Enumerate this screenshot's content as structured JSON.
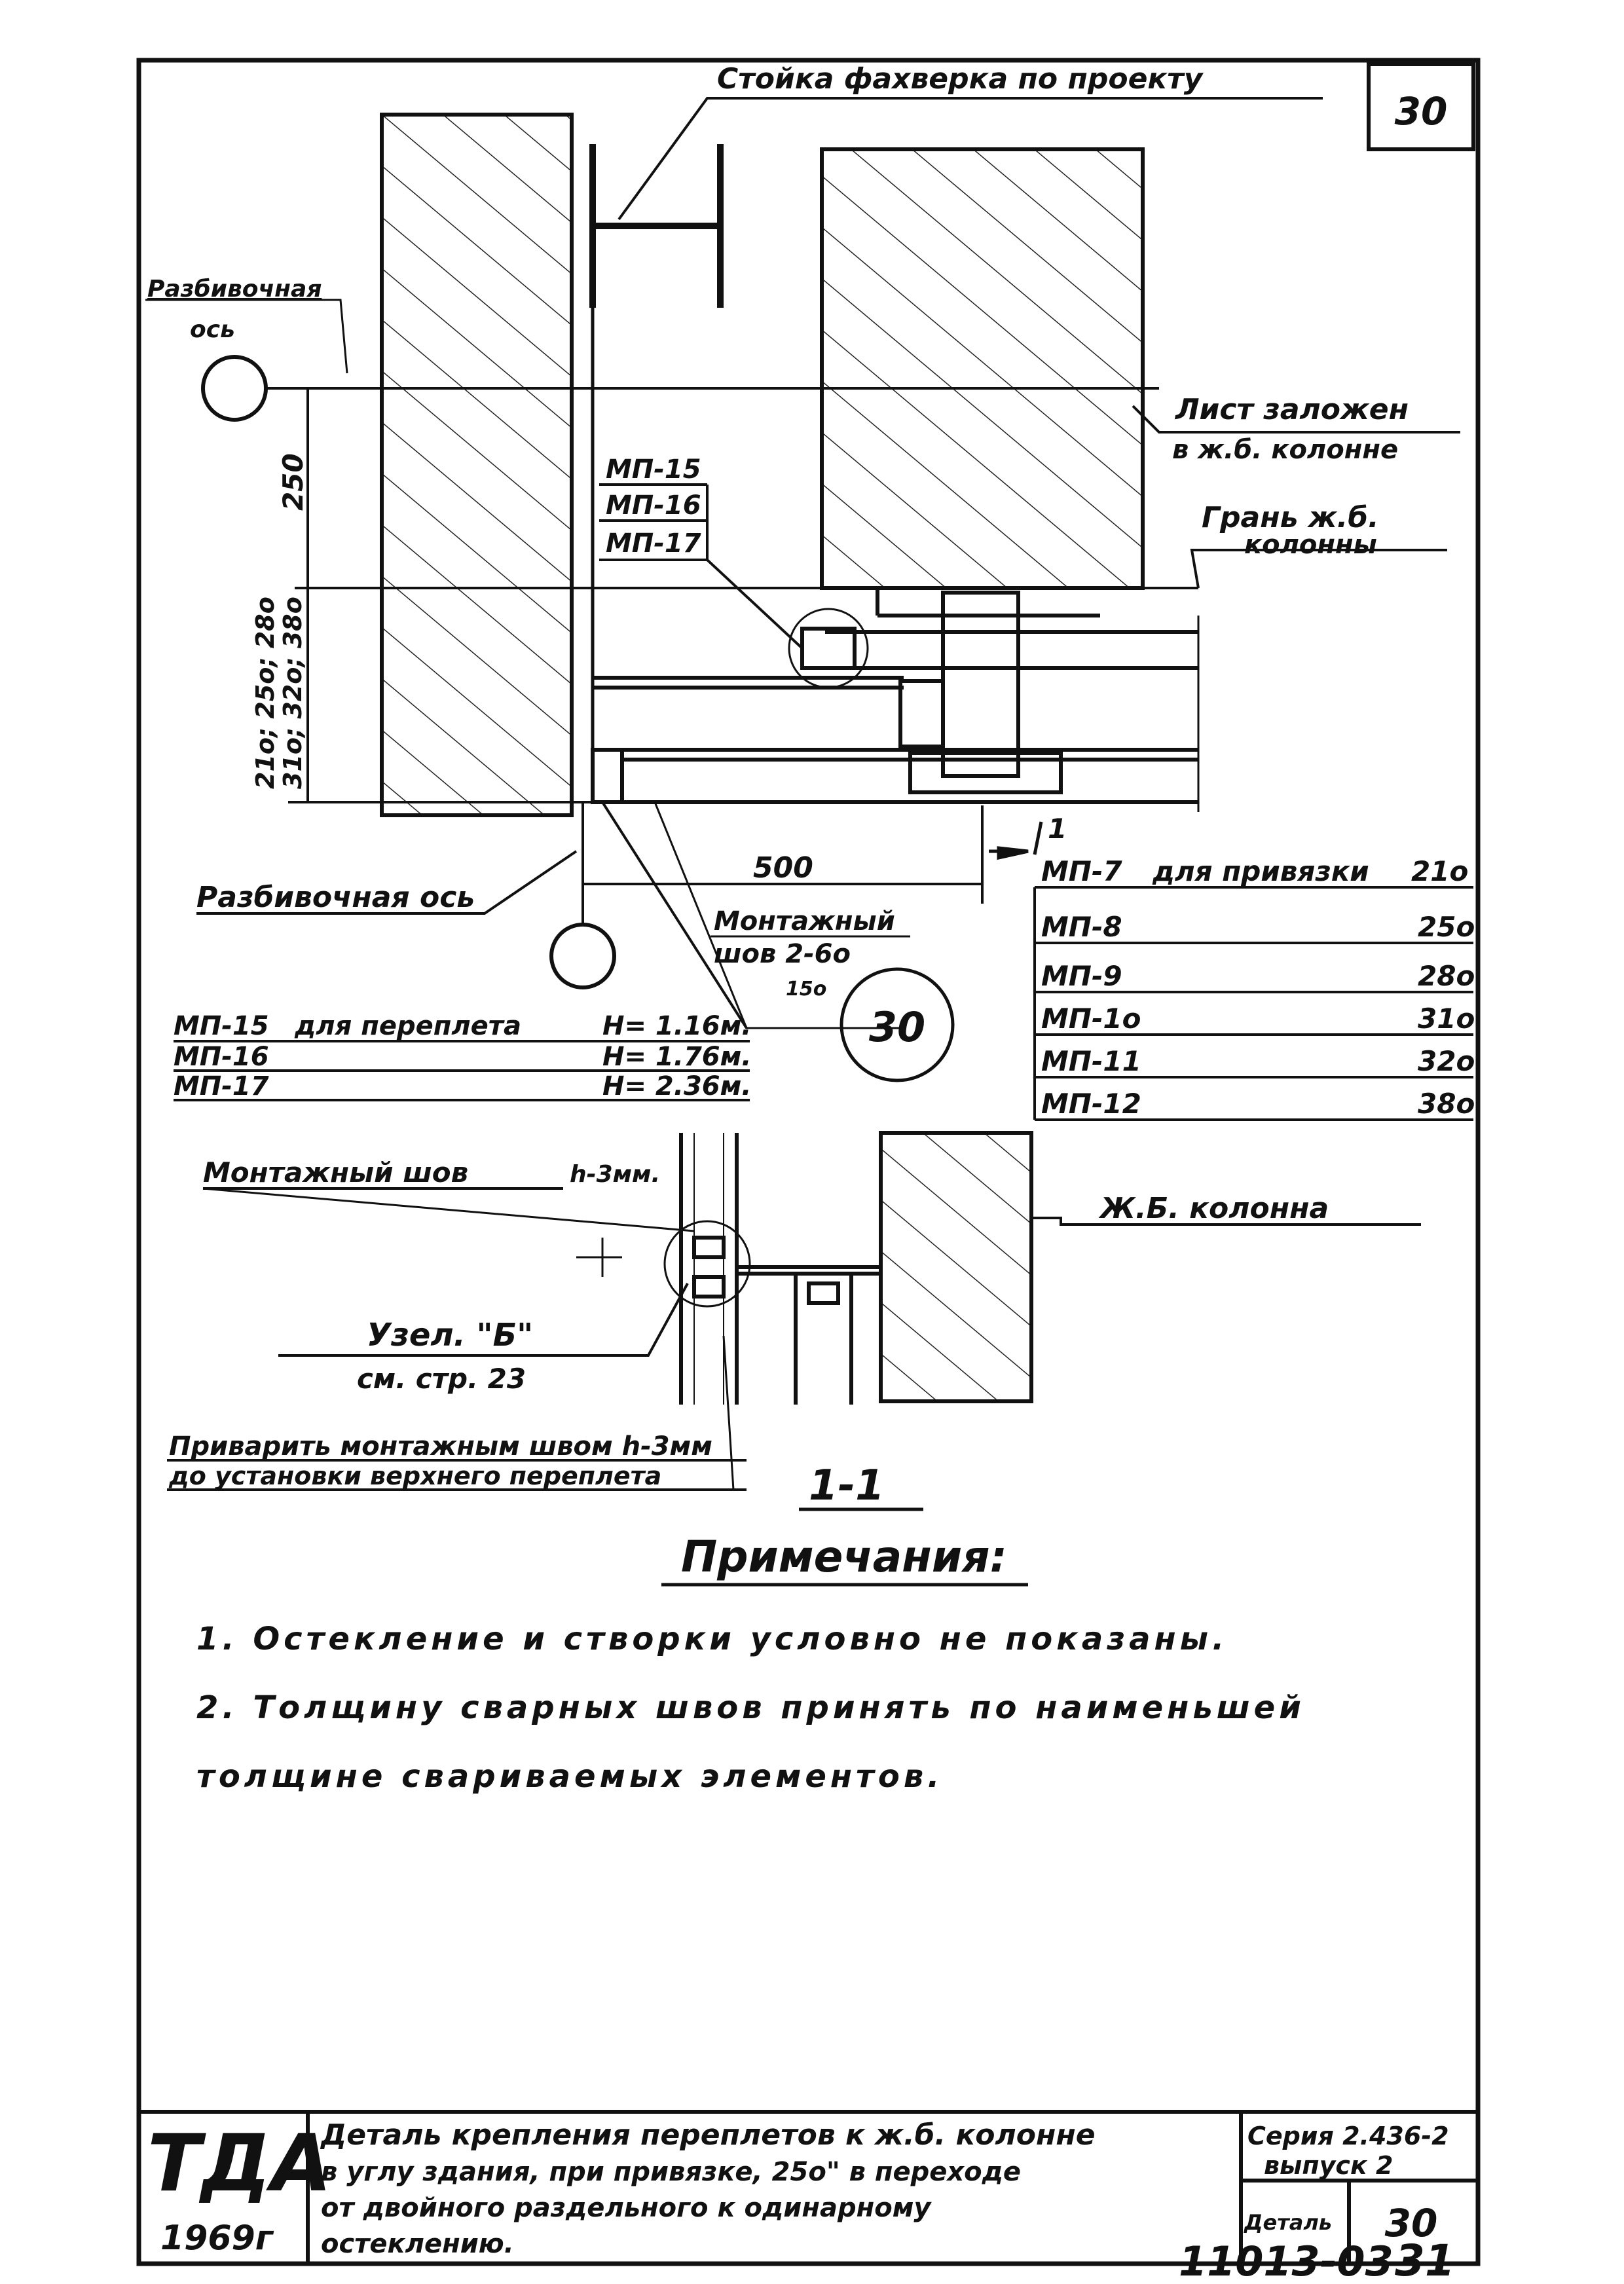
{
  "sheet": {
    "number": "30"
  },
  "labels": {
    "rack_label": "Стойка фахверка по проекту",
    "axis_label_top_l1": "Разбивочная",
    "axis_label_top_l2": "ось",
    "axis_label_bottom": "Разбивочная ось",
    "sheet_embedded_l1": "Лист заложен",
    "sheet_embedded_l2": "в ж.б. колонне",
    "column_face_l1": "Грань ж.б.",
    "column_face_l2": "колонны",
    "mp15": "МП-15",
    "mp16": "МП-16",
    "mp17": "МП-17",
    "dim_250": "250",
    "dim_stack_l1": "21о; 25о; 28о",
    "dim_stack_l2": "31о; 32о; 38о",
    "dim_500": "500",
    "weld_l1": "Монтажный",
    "weld_l2": "шов 2-6о",
    "weld_l3": "15о",
    "callout_30": "30",
    "section_mark": "1",
    "rc_column": "Ж.Б. колонна",
    "weld_bottom_l1": "Монтажный шов",
    "weld_bottom_h": "h-3мм.",
    "node_l1": "Узел. \"Б\"",
    "node_l2": "см. стр. 23",
    "weld_instr_l1": "Приварить монтажным швом h-3мм",
    "weld_instr_l2": "до установки верхнего переплета",
    "section_title": "1-1"
  },
  "mp_left": {
    "title_row": {
      "code": "МП-15",
      "text": "для переплета",
      "h": "Н= 1.16м."
    },
    "rows": [
      {
        "code": "МП-16",
        "h": "Н= 1.76м."
      },
      {
        "code": "МП-17",
        "h": "Н= 2.36м."
      }
    ]
  },
  "mp_right": {
    "title_row": {
      "code": "МП-7",
      "text": "для привязки",
      "val": "21о"
    },
    "rows": [
      {
        "code": "МП-8",
        "val": "25о"
      },
      {
        "code": "МП-9",
        "val": "28о"
      },
      {
        "code": "МП-1о",
        "val": "31о"
      },
      {
        "code": "МП-11",
        "val": "32о"
      },
      {
        "code": "МП-12",
        "val": "38о"
      }
    ]
  },
  "notes": {
    "title": "Примечания:",
    "items": [
      "1. Остекление   и створки   условно не показаны.",
      "2. Толщину  сварных  швов  принять  по наименьшей",
      "   толщине  свариваемых  элементов."
    ]
  },
  "title_block": {
    "org": "ТДА",
    "year": "1969г",
    "desc_l1": "Деталь крепления переплетов к ж.б. колонне",
    "desc_l2": "в углу здания, при привязке, 25о\" в переходе",
    "desc_l3": "от двойного раздельного к одинарному",
    "desc_l4": "остеклению.",
    "series_l1": "Серия 2.436-2",
    "series_l2": "выпуск 2",
    "detail_label": "Деталь",
    "detail_no": "30"
  },
  "footer": {
    "code": "11013-03",
    "page": "31"
  }
}
